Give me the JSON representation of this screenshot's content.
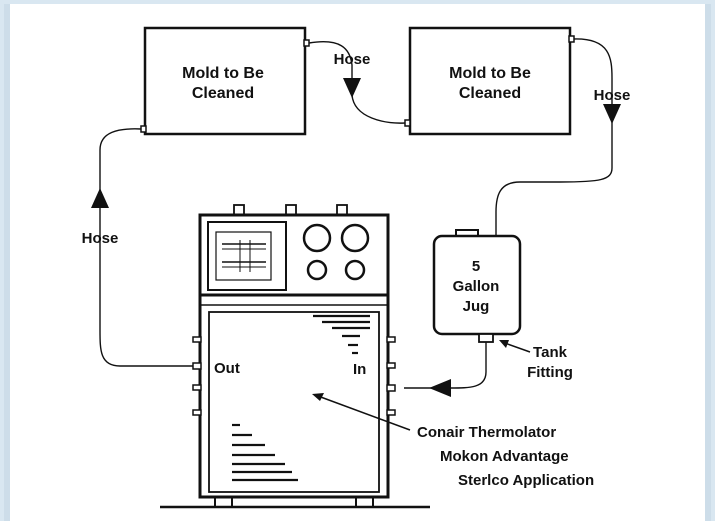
{
  "labels": {
    "mold_1_line1": "Mold to Be",
    "mold_1_line2": "Cleaned",
    "mold_2_line1": "Mold to Be",
    "mold_2_line2": "Cleaned",
    "hose_top": "Hose",
    "hose_right": "Hose",
    "hose_left": "Hose",
    "jug_line1": "5",
    "jug_line2": "Gallon",
    "jug_line3": "Jug",
    "tank_fitting_line1": "Tank",
    "tank_fitting_line2": "Fitting",
    "port_out": "Out",
    "port_in": "In",
    "caption_line1": "Conair Thermolator",
    "caption_line2": "Mokon Advantage",
    "caption_line3": "Sterlco Application"
  },
  "colors": {
    "background_frame": "#d9e7f1",
    "ink": "#111111",
    "paper": "#ffffff"
  }
}
